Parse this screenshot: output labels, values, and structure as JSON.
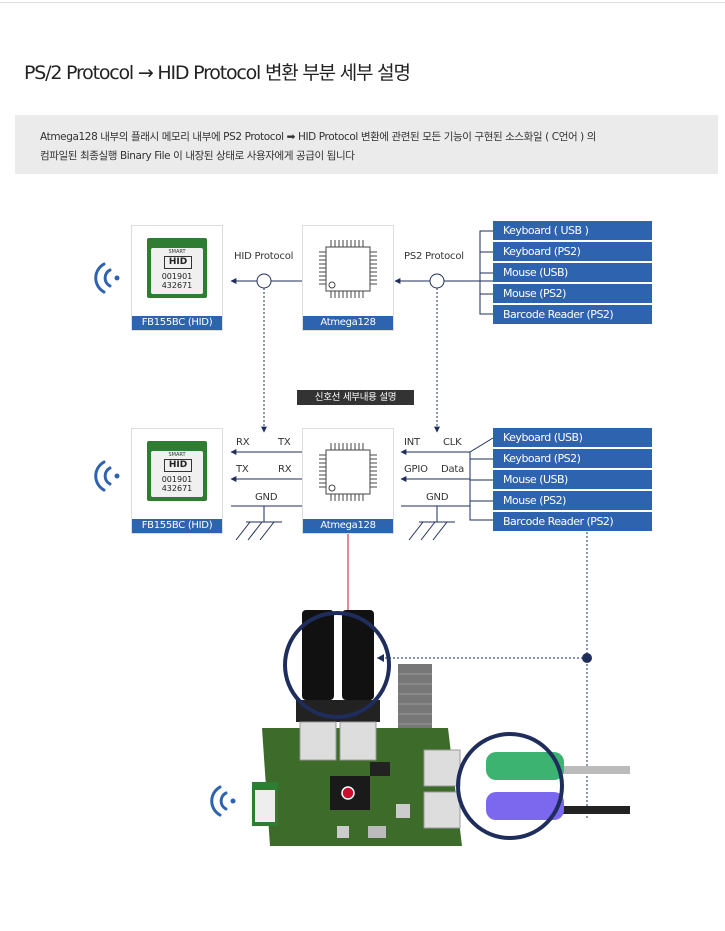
{
  "title": "PS/2 Protocol → HID Protocol 변환 부분 세부 설명",
  "description": {
    "line1": "Atmega128 내부의 플래시 메모리 내부에  PS2 Protocol    ➡  HID Protocol 변환에 관련된 모든 기능이  구현된 소스화일 ( C언어 ) 의",
    "line2": "컴파일된 최종실행 Binary File 이 내장된 상태로 사용자에게 공급이 됩니다"
  },
  "module": {
    "brand": "SMART",
    "hid": "HID",
    "num1": "001901",
    "num2": "432671"
  },
  "top": {
    "module_caption": "FB155BC (HID)",
    "mcu_caption": "Atmega128",
    "hid_protocol": "HID Protocol",
    "ps2_protocol": "PS2 Protocol",
    "devices": [
      "Keyboard ( USB )",
      "Keyboard (PS2)",
      "Mouse (USB)",
      "Mouse (PS2)",
      "Barcode Reader (PS2)"
    ]
  },
  "signal_badge": "신호선 세부내용 설명",
  "bottom": {
    "module_caption": "FB155BC (HID)",
    "mcu_caption": "Atmega128",
    "left": {
      "rx1": "RX",
      "tx1": "TX",
      "tx2": "TX",
      "rx2": "RX",
      "gnd": "GND"
    },
    "right": {
      "int": "INT",
      "clk": "CLK",
      "gpio": "GPIO",
      "data": "Data",
      "gnd": "GND"
    },
    "devices": [
      "Keyboard (USB)",
      "Keyboard (PS2)",
      "Mouse (USB)",
      "Mouse (PS2)",
      "Barcode Reader (PS2)"
    ]
  },
  "colors": {
    "accent": "#2e63b0",
    "navy": "#1e2d5c",
    "red": "#c8102e",
    "pcb": "#3d6b2a"
  }
}
